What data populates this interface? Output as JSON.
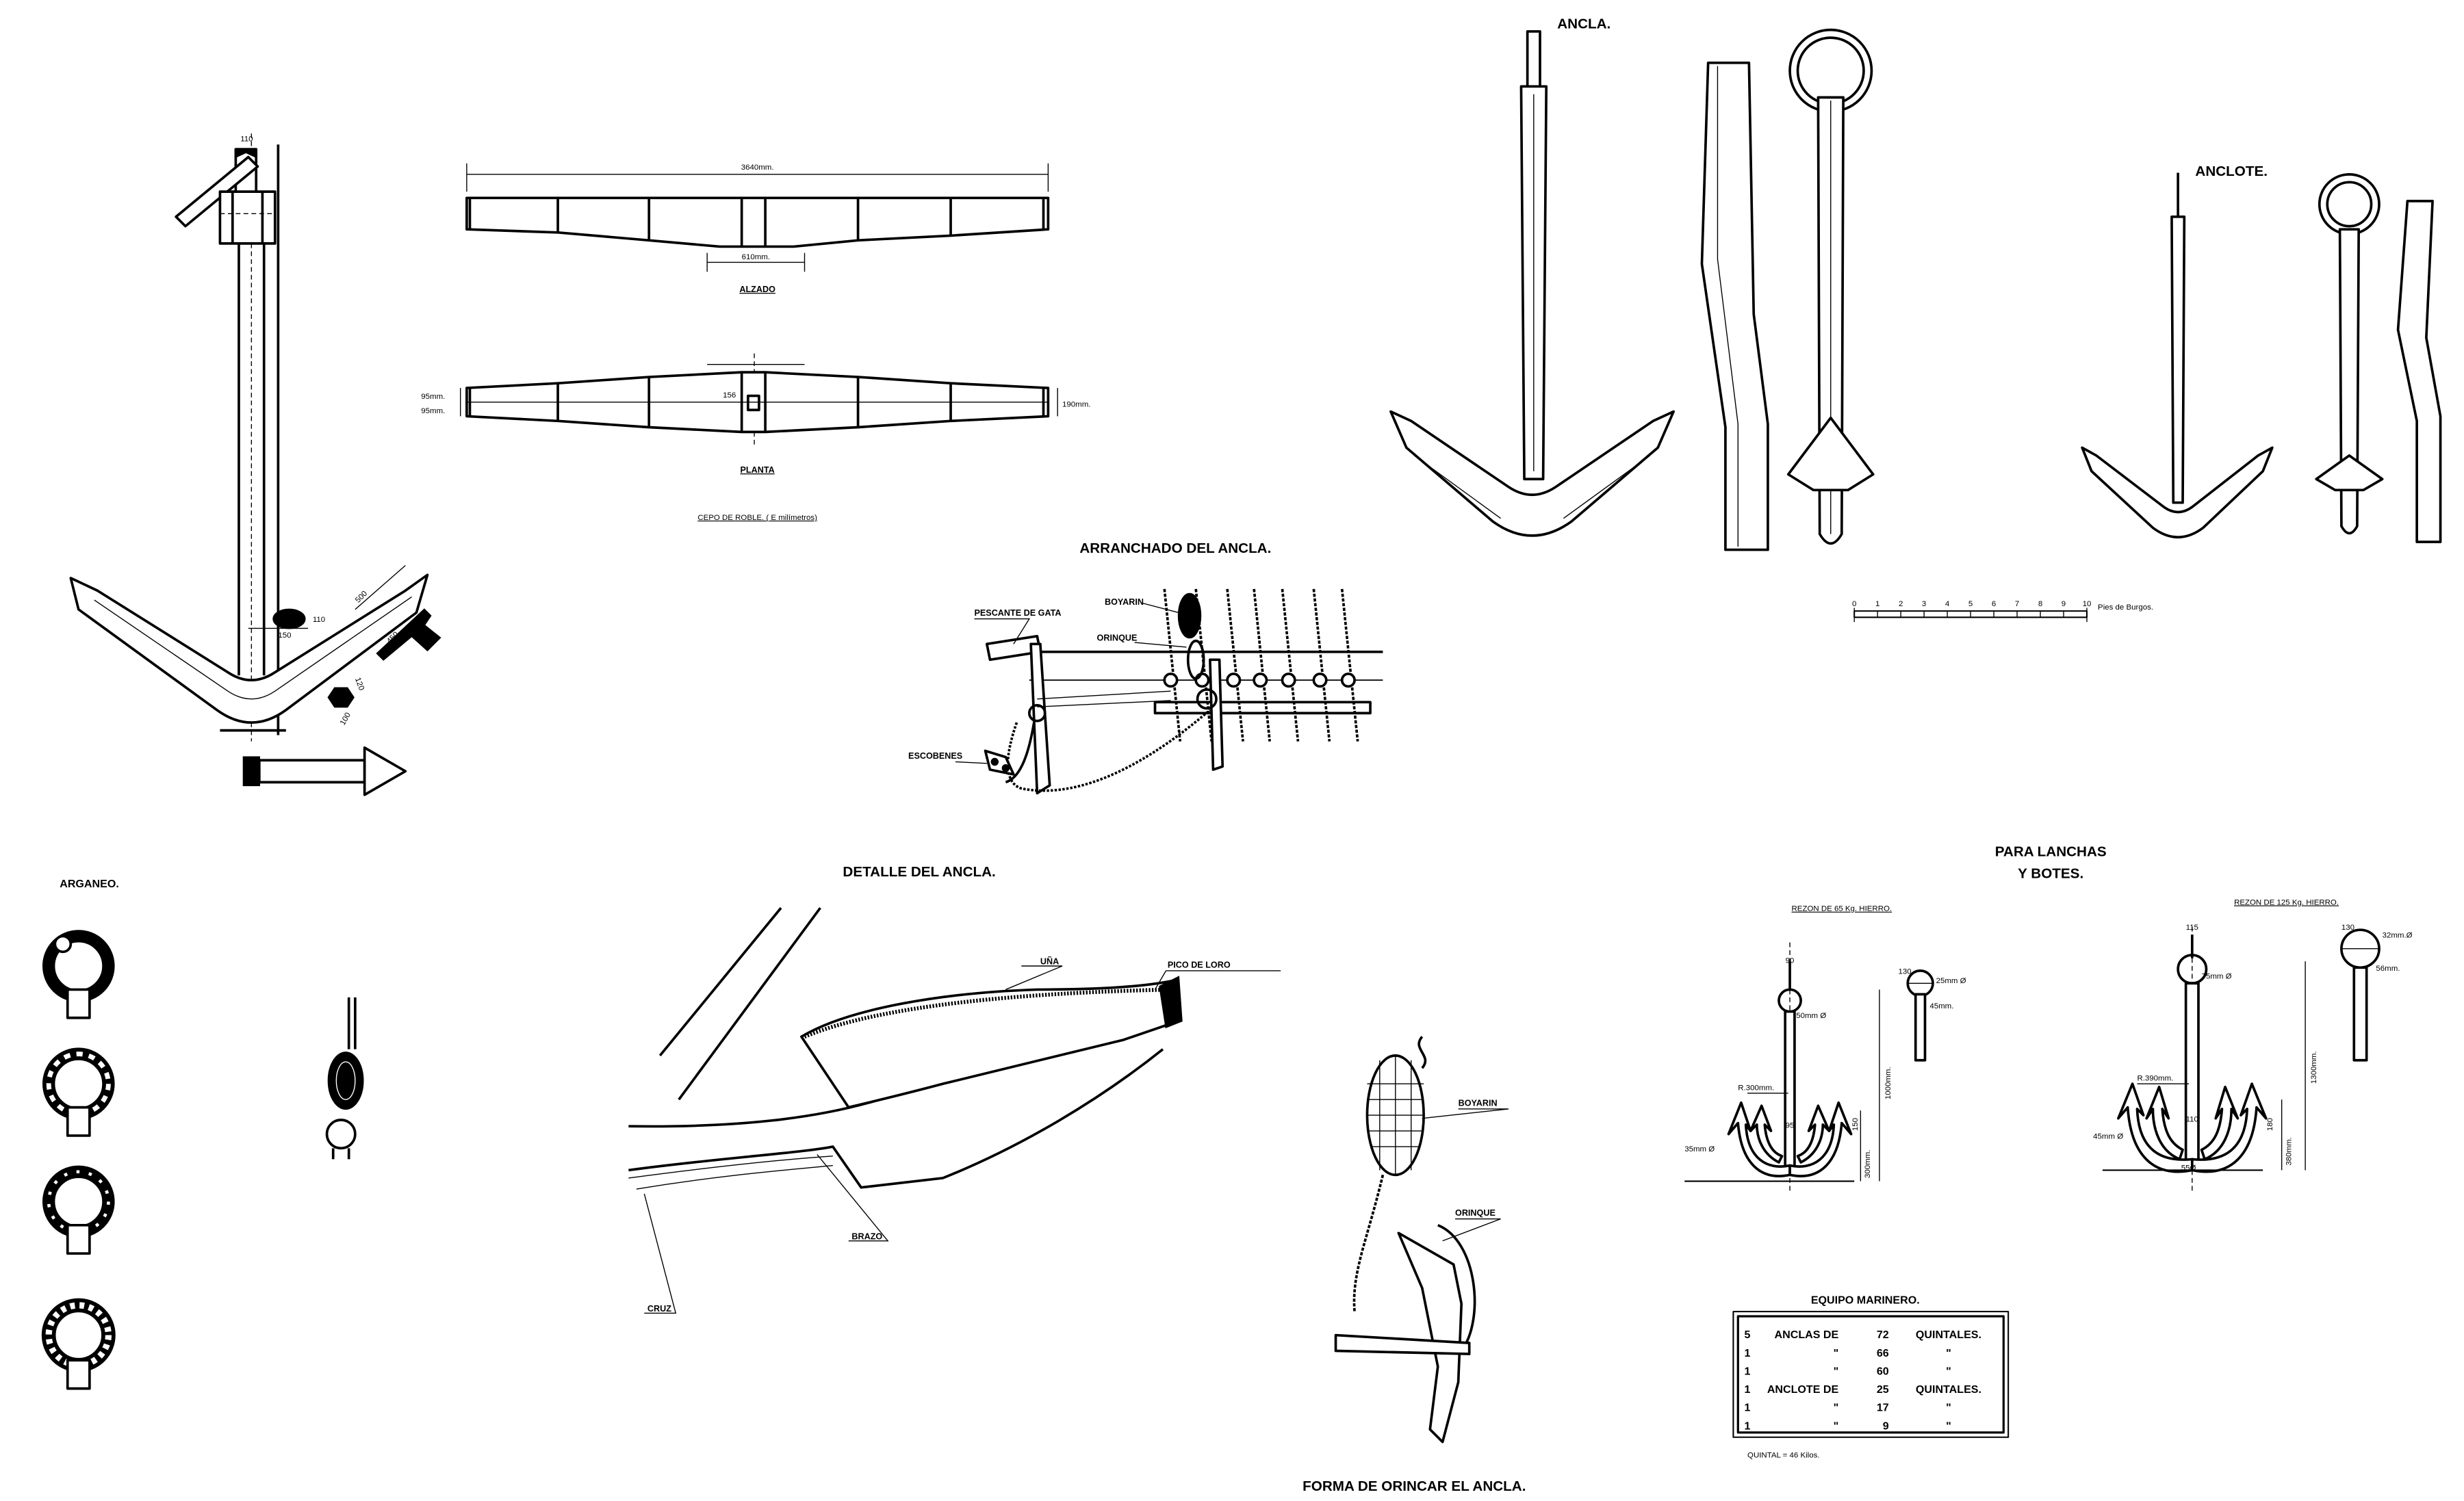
{
  "left_anchor": {
    "dims": {
      "shackle_width": "110",
      "arm_length": "500",
      "palm_length": "450",
      "section_h": "110",
      "section_w": "150",
      "crown_a": "120",
      "crown_b": "100"
    }
  },
  "stock": {
    "length": "3640mm.",
    "center_length": "610mm.",
    "alzado": "ALZADO",
    "planta": "PLANTA",
    "half_width_top": "95mm.",
    "half_width_bottom": "95mm.",
    "end_width": "190mm.",
    "hole": "156",
    "caption": "CEPO DE ROBLE. ( E milímetros)"
  },
  "ancla": {
    "title": "ANCLA."
  },
  "anclote": {
    "title": "ANCLOTE."
  },
  "scale": {
    "ticks": [
      "0",
      "1",
      "2",
      "3",
      "4",
      "5",
      "6",
      "7",
      "8",
      "9",
      "10"
    ],
    "unit": "Pies de Burgos."
  },
  "arranchado": {
    "title": "ARRANCHADO DEL ANCLA.",
    "labels": {
      "pescante": "PESCANTE DE GATA",
      "boyarin": "BOYARIN",
      "orinque": "ORINQUE",
      "escobenes": "ESCOBENES"
    }
  },
  "arganeo": {
    "title": "ARGANEO."
  },
  "detalle": {
    "title": "DETALLE DEL ANCLA.",
    "labels": {
      "una": "UÑA",
      "pico": "PICO DE LORO",
      "brazo": "BRAZO",
      "cruz": "CRUZ"
    }
  },
  "orincar": {
    "title": "FORMA DE ORINCAR EL ANCLA.",
    "labels": {
      "boyarin": "BOYARIN",
      "orinque": "ORINQUE"
    }
  },
  "lanchas": {
    "title_line1": "PARA LANCHAS",
    "title_line2": "Y BOTES.",
    "rezon65": {
      "title": "REZON DE 65 Kg. HIERRO.",
      "dims": {
        "top": "90",
        "shank": "50mm Ø",
        "radius": "R.300mm.",
        "arm": "35mm Ø",
        "crown": "95",
        "fluke": "150",
        "arm_height": "300mm.",
        "height": "1000mm.",
        "ring": "130",
        "ring_d": "25mm Ø",
        "ring_shank": "45mm."
      }
    },
    "rezon125": {
      "title": "REZON DE 125 Kg. HIERRO.",
      "dims": {
        "top": "115",
        "shank": "75mm Ø",
        "radius": "R.390mm.",
        "arm": "45mm Ø",
        "crown": "110",
        "base": "55Ø",
        "fluke": "180",
        "arm_height": "380mm.",
        "height": "1300mm.",
        "ring": "130",
        "ring_d": "32mm.Ø",
        "ring_shank": "56mm."
      }
    }
  },
  "equipo": {
    "title": "EQUIPO MARINERO.",
    "rows": [
      {
        "n": "5",
        "name": "ANCLAS DE",
        "q": "72",
        "unit": "QUINTALES."
      },
      {
        "n": "1",
        "name": "\"",
        "q": "66",
        "unit": "\""
      },
      {
        "n": "1",
        "name": "\"",
        "q": "60",
        "unit": "\""
      },
      {
        "n": "1",
        "name": "ANCLOTE DE",
        "q": "25",
        "unit": "QUINTALES."
      },
      {
        "n": "1",
        "name": "\"",
        "q": "17",
        "unit": "\""
      },
      {
        "n": "1",
        "name": "\"",
        "q": "9",
        "unit": "\""
      }
    ],
    "note": "QUINTAL = 46 Kilos."
  }
}
